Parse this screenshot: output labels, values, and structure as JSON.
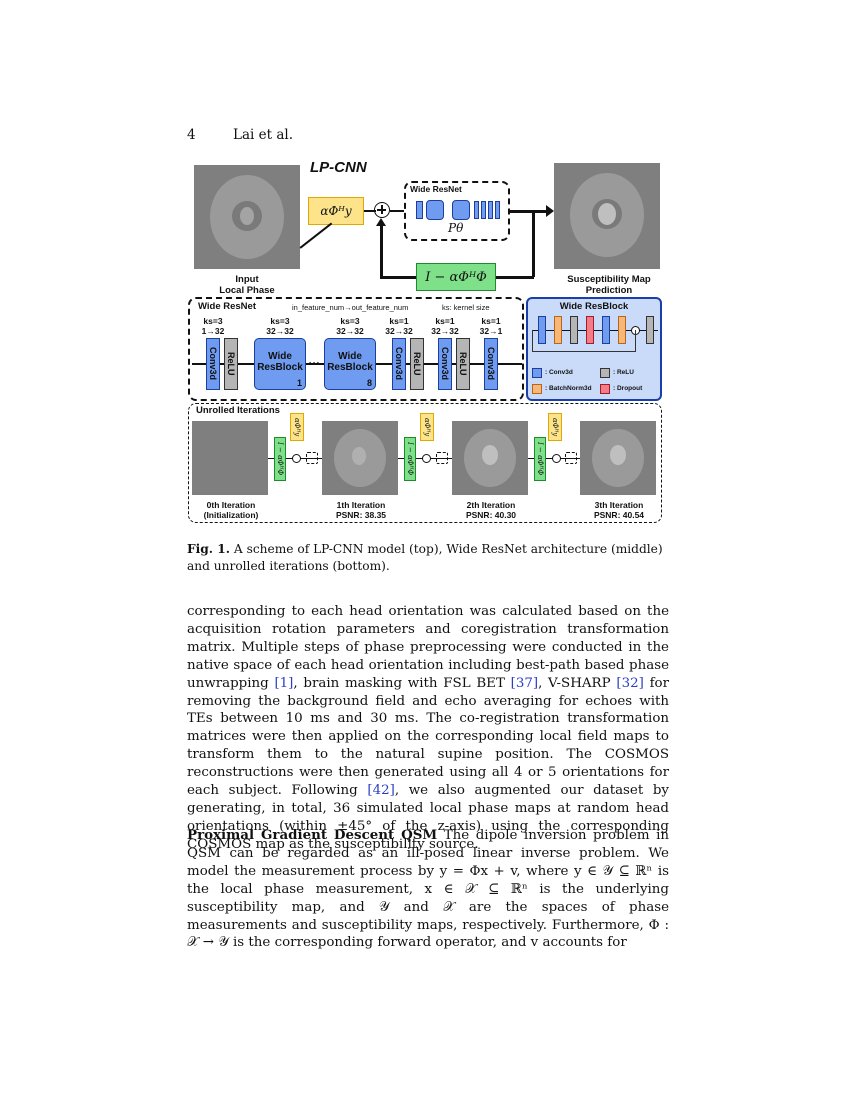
{
  "header": {
    "page_number": "4",
    "running_title": "Lai et al."
  },
  "figure": {
    "lpcnn_title": "LP-CNN",
    "input_label_1": "Input",
    "input_label_2": "Local Phase",
    "output_label_1": "Susceptibility Map",
    "output_label_2": "Prediction",
    "top_yellow_formula": "αΦᴴy",
    "top_green_formula": "I − αΦᴴΦ",
    "wide_resnet_small": "Wide ResNet",
    "p_theta": "Pθ",
    "middle": {
      "title": "Wide ResNet",
      "feature_note": "in_feature_num→out_feature_num",
      "ks_note": "ks: kernel size",
      "layers": [
        {
          "ks": "ks=3",
          "feat": "1→32",
          "name": "Conv3d"
        },
        {
          "name": "ReLU"
        },
        {
          "ks": "ks=3",
          "feat": "32→32",
          "name": "Wide ResBlock",
          "index": "1"
        },
        {
          "dots": "…"
        },
        {
          "ks": "ks=3",
          "feat": "32→32",
          "name": "Wide ResBlock",
          "index": "8"
        },
        {
          "ks": "ks=1",
          "feat": "32→32",
          "name": "Conv3d"
        },
        {
          "name": "ReLU"
        },
        {
          "ks": "ks=1",
          "feat": "32→32",
          "name": "Conv3d"
        },
        {
          "name": "ReLU"
        },
        {
          "ks": "ks=1",
          "feat": "32→1",
          "name": "Conv3d"
        }
      ]
    },
    "resblock": {
      "title": "Wide ResBlock",
      "legend": [
        {
          "label": ": Conv3d",
          "color": "#6f9bf0"
        },
        {
          "label": ": ReLU",
          "color": "#b5b5b5"
        },
        {
          "label": ": BatchNorm3d",
          "color": "#f7b777"
        },
        {
          "label": ": Dropout",
          "color": "#f47c86"
        }
      ]
    },
    "unrolled": {
      "title": "Unrolled Iterations",
      "yellow_formula": "αΦᴴy",
      "green_formula": "I − αΦᴴΦ",
      "iterations": [
        {
          "name": "0th Iteration",
          "detail": "(Initialization)"
        },
        {
          "name": "1th Iteration",
          "detail": "PSNR: 38.35"
        },
        {
          "name": "2th Iteration",
          "detail": "PSNR: 40.30"
        },
        {
          "name": "3th Iteration",
          "detail": "PSNR: 40.54"
        }
      ]
    }
  },
  "caption": {
    "label": "Fig. 1.",
    "text": "A scheme of LP-CNN model (top), Wide ResNet architecture (middle) and unrolled iterations (bottom)."
  },
  "paragraph1": {
    "part1": "corresponding to each head orientation was calculated based on the acquisition rotation parameters and coregistration transformation matrix. Multiple steps of phase preprocessing were conducted in the native space of each head orientation including best-path based phase unwrapping ",
    "cite1": "[1]",
    "part2": ", brain masking with FSL BET ",
    "cite2": "[37]",
    "part3": ", V-SHARP ",
    "cite3": "[32]",
    "part4": " for removing the background field and echo averaging for echoes with TEs between 10 ms and 30 ms. The co-registration transformation matrices were then applied on the corresponding local field maps to transform them to the natural supine position. The COSMOS reconstructions were then generated using all 4 or 5 orientations for each subject. Following ",
    "cite4": "[42]",
    "part5": ", we also augmented our dataset by generating, in total, 36 simulated local phase maps at random head orientations (within ±45° of the z-axis) using the corresponding COSMOS map as the susceptibility source."
  },
  "paragraph2": {
    "heading": "Proximal Gradient Descent QSM",
    "text": "The dipole inversion problem in QSM can be regarded as an ill-posed linear inverse problem. We model the measurement process by y = Φx + v, where y ∈ 𝒴 ⊆ ℝⁿ is the local phase measurement, x ∈ 𝒳 ⊆ ℝⁿ is the underlying susceptibility map, and 𝒴 and 𝒳 are the spaces of phase measurements and susceptibility maps, respectively. Furthermore, Φ : 𝒳 → 𝒴 is the corresponding forward operator, and v accounts for"
  }
}
